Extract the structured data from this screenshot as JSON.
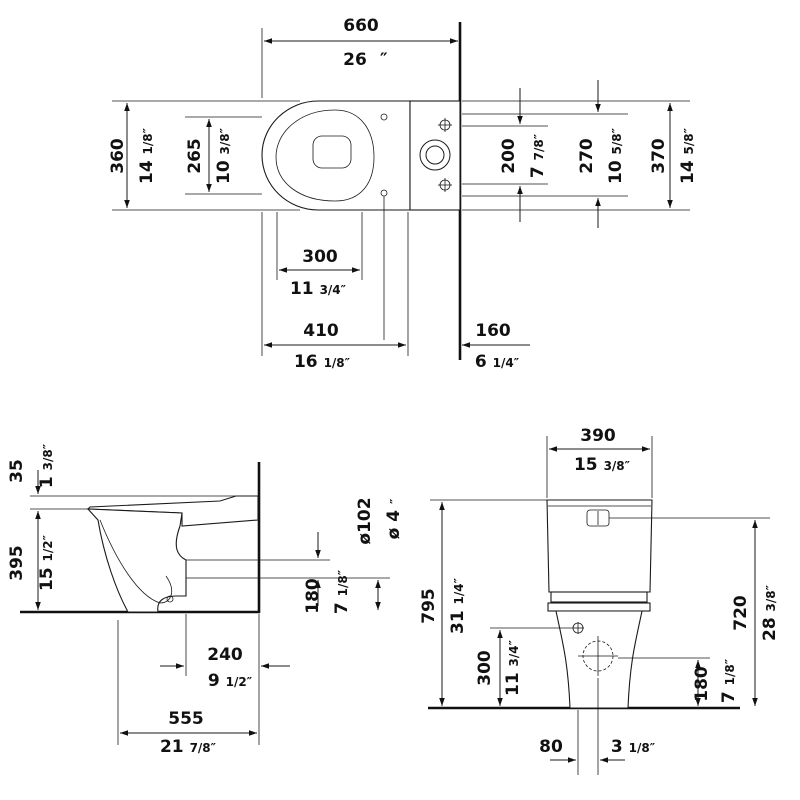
{
  "top_view": {
    "width_mm": "660",
    "width_in": "26",
    "width_in_unit": "″",
    "depth_mm": "360",
    "depth_in": "14",
    "depth_frac": "1/8″",
    "seat_mm": "265",
    "seat_in": "10",
    "seat_frac": "3/8″",
    "cistern_200_mm": "200",
    "cistern_200_in": "7",
    "cistern_200_frac": "7/8″",
    "cistern_270_mm": "270",
    "cistern_270_in": "10",
    "cistern_270_frac": "5/8″",
    "cistern_370_mm": "370",
    "cistern_370_in": "14",
    "cistern_370_frac": "5/8″",
    "fix_300_mm": "300",
    "fix_300_in": "11",
    "fix_300_frac": "3/4″",
    "fix_410_mm": "410",
    "fix_410_in": "16",
    "fix_410_frac": "1/8″",
    "wall_160_mm": "160",
    "wall_160_in": "6",
    "wall_160_frac": "1/4″"
  },
  "side_view": {
    "seat_35_mm": "35",
    "seat_35_in": "1",
    "seat_35_frac": "3/8″",
    "height_395_mm": "395",
    "height_395_in": "15",
    "height_395_frac": "1/2″",
    "dia_mm": "ø102",
    "dia_in": "ø 4",
    "dia_in_unit": "″",
    "outlet_180_mm": "180",
    "outlet_180_in": "7",
    "outlet_180_frac": "1/8″",
    "depth_240_mm": "240",
    "depth_240_in": "9",
    "depth_240_frac": "1/2″",
    "depth_555_mm": "555",
    "depth_555_in": "21",
    "depth_555_frac": "7/8″"
  },
  "front_view": {
    "width_390_mm": "390",
    "width_390_in": "15",
    "width_390_frac": "3/8″",
    "height_795_mm": "795",
    "height_795_in": "31",
    "height_795_frac": "1/4″",
    "height_720_mm": "720",
    "height_720_in": "28",
    "height_720_frac": "3/8″",
    "h_300_mm": "300",
    "h_300_in": "11",
    "h_300_frac": "3/4″",
    "h_180_mm": "180",
    "h_180_in": "7",
    "h_180_frac": "1/8″",
    "off_80_mm": "80",
    "off_80_in": "3",
    "off_80_frac": "1/8″"
  }
}
